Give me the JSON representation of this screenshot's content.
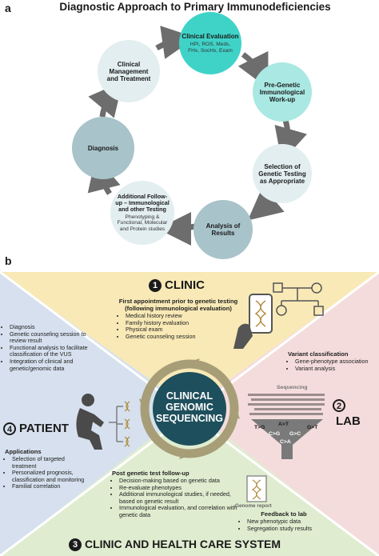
{
  "panel_a": {
    "letter": "a",
    "title": "Diagnostic Approach to Primary Immunodeficiencies",
    "nodes": [
      {
        "title": "Clinical Evaluation",
        "detail": "HPI, ROS, Meds, FHx, SocHx, Exam"
      },
      {
        "title": "Pre-Genetic Immunological Work-up",
        "detail": ""
      },
      {
        "title": "Selection of Genetic Testing as Appropriate",
        "detail": ""
      },
      {
        "title": "Analysis of Results",
        "detail": ""
      },
      {
        "title": "Additional Follow-up – Immunological and other Testing",
        "detail": "Phenotyping & Functional, Molecular and Protein studies"
      },
      {
        "title": "Diagnosis",
        "detail": ""
      },
      {
        "title": "Clinical Management and Treatment",
        "detail": ""
      }
    ],
    "colors": {
      "teal": "#3fd3c8",
      "light_teal": "#a9e8e3",
      "gray_blue": "#a8c3c9",
      "pale": "#e3eef0",
      "arrow": "#6d6d6d"
    }
  },
  "panel_b": {
    "letter": "b",
    "center": {
      "line1": "CLINICAL",
      "line2": "GENOMIC",
      "line3": "SEQUENCING"
    },
    "clinic": {
      "number": "1",
      "label": "CLINIC",
      "heading": "First appointment prior to genetic testing (following immunological evaluation)",
      "items": [
        "Medical history review",
        "Family history evaluation",
        "Physical exam",
        "Genetic counseling session"
      ]
    },
    "lab": {
      "number": "2",
      "label": "LAB",
      "heading": "Variant classification",
      "items": [
        "Gene-phenotype association",
        "Variant analysis"
      ],
      "sequencing_label": "Sequencing",
      "mutations": [
        "A>T",
        "T>G",
        "G>T",
        "C>G",
        "G>C",
        "C>A"
      ]
    },
    "system": {
      "number": "3",
      "label": "CLINIC AND HEALTH CARE SYSTEM",
      "heading": "Post genetic test follow-up",
      "items": [
        "Decision-making based on genetic data",
        "Re-evaluate phenotypes",
        "Additional immunological studies, if needed, based on genetic result",
        "Immunological evaluation, and correlation with genetic data"
      ],
      "report_label": "Genome report",
      "feedback_heading": "Feedback to lab",
      "feedback_items": [
        "New phenotypic data",
        "Segregation study results"
      ]
    },
    "patient": {
      "number": "4",
      "label": "PATIENT",
      "items": [
        "Diagnosis",
        "Genetic counseling session to review result",
        "Functional analysis to facilitate classification of the VUS",
        "Integration of clinical and genetic/genomic data"
      ],
      "applications_heading": "Applications",
      "applications": [
        "Selection of targeted treatment",
        "Personalized prognosis, classification and monitoring",
        "Familial correlation"
      ]
    },
    "colors": {
      "yellow": "#f8e9b6",
      "pink": "#f5dcdc",
      "green": "#dfeccf",
      "blue": "#d6e0ee",
      "dark_teal": "#1e4f5c",
      "ring": "#a79e78"
    }
  }
}
